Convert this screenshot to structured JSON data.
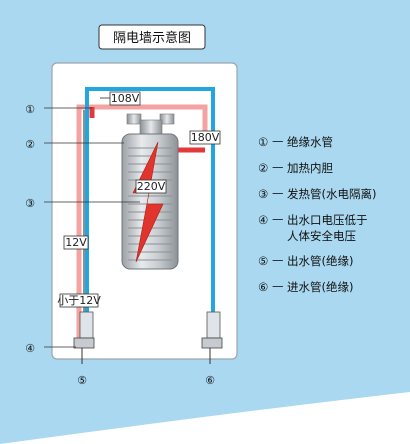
{
  "title": "隔电墙示意图",
  "voltages": {
    "v108": "108V",
    "v180": "180V",
    "v220": "220V",
    "v12": "12V",
    "v_small12": "小于12V"
  },
  "callouts": [
    "①",
    "②",
    "③",
    "④",
    "⑤",
    "⑥"
  ],
  "legend": [
    {
      "num": "①",
      "text": "绝缘水管"
    },
    {
      "num": "②",
      "text": "加热内胆"
    },
    {
      "num": "③",
      "text": "发热管(水电隔离)"
    },
    {
      "num": "④",
      "text": "出水口电压低于",
      "text2": "人体安全电压"
    },
    {
      "num": "⑤",
      "text": "出水管(绝缘)"
    },
    {
      "num": "⑥",
      "text": "进水管(绝缘)"
    }
  ],
  "colors": {
    "background_blue": "#a9d8f0",
    "hot_pipe": "#e23a3a",
    "hot_pipe_light": "#f4a3a3",
    "cold_pipe": "#22a6e0",
    "heater_red": "#e0342c"
  }
}
